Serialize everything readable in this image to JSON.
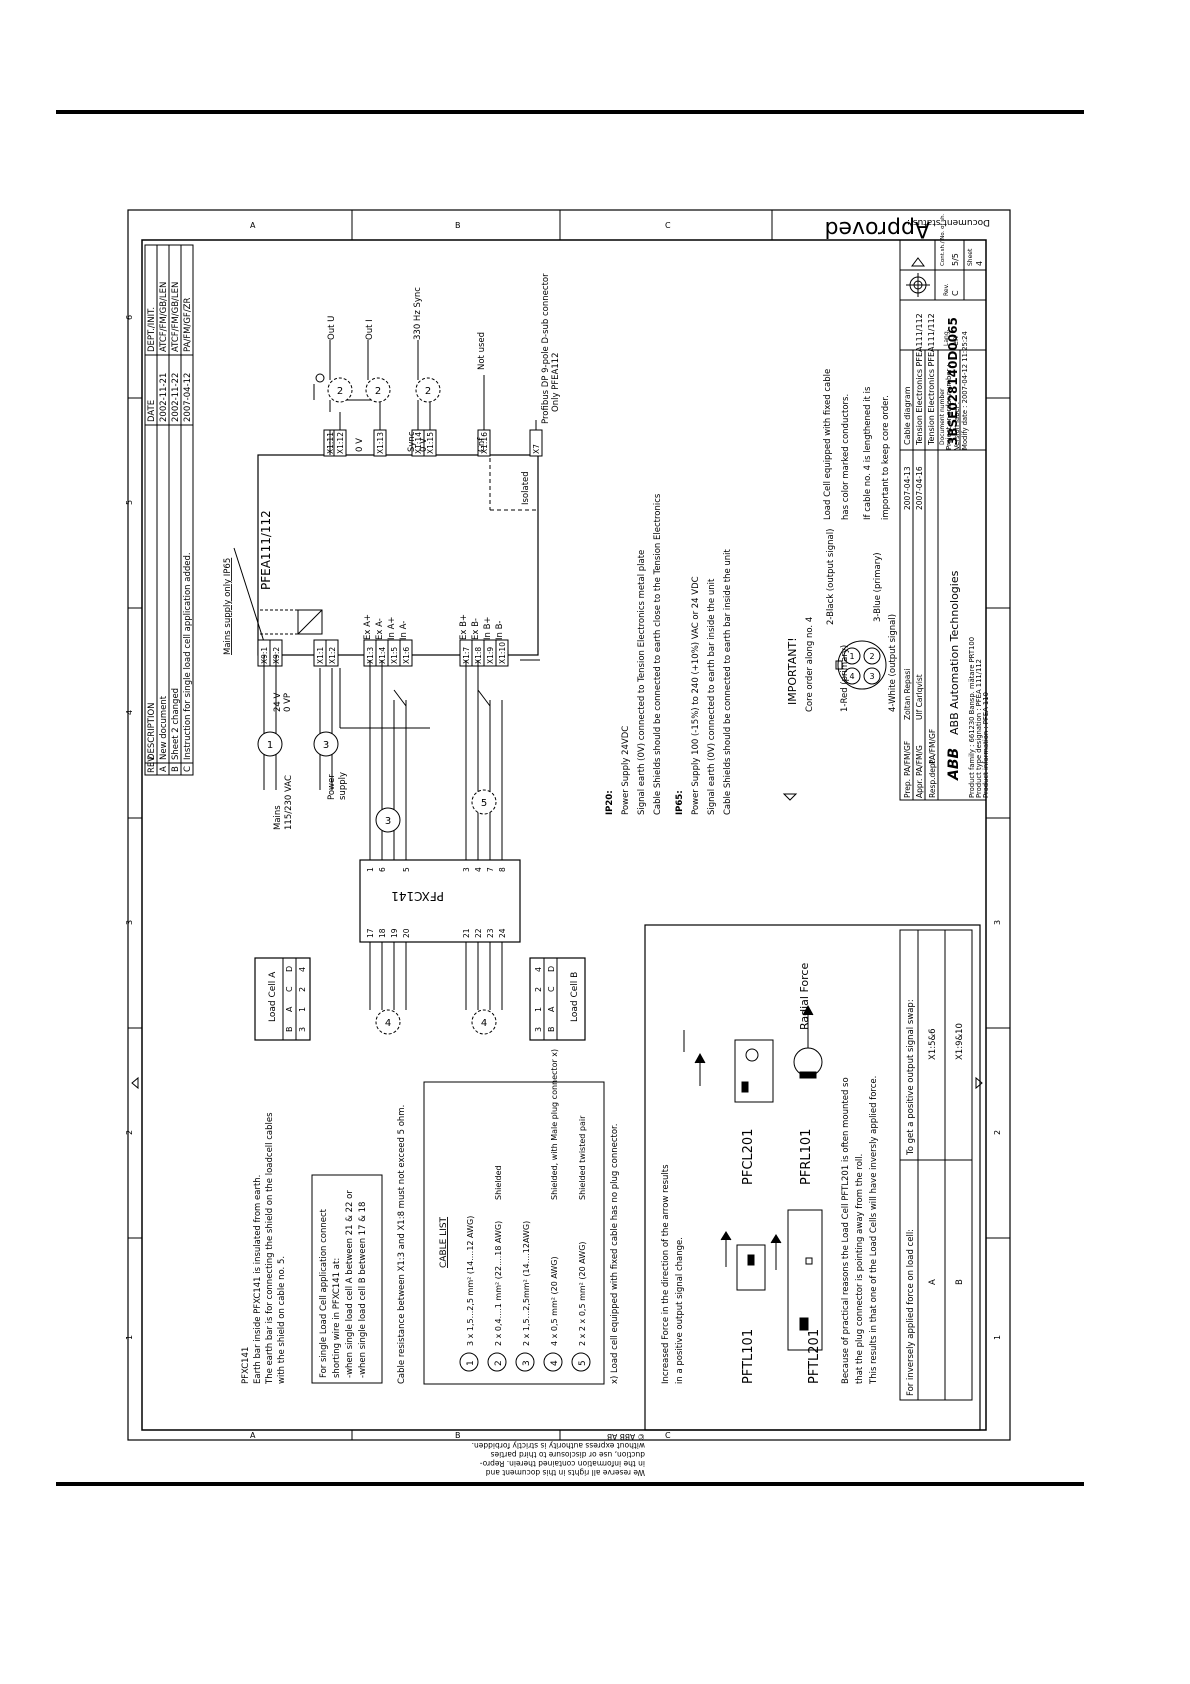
{
  "frame": {
    "zone_letters": [
      "A",
      "B",
      "C"
    ],
    "zone_numbers": [
      "1",
      "2",
      "3",
      "4",
      "5",
      "6"
    ],
    "document_status_label": "Document status :",
    "document_status": "Approved"
  },
  "revisions": {
    "headers": [
      "REV",
      "DESCRIPTION",
      "DATE",
      "DEPT./INIT."
    ],
    "rows": [
      {
        "rev": "A",
        "description": "New document",
        "date": "2002-11-21",
        "dept": "ATCF/FM/GB/LEN"
      },
      {
        "rev": "B",
        "description": "Sheet 2 changed",
        "date": "2002-11-22",
        "dept": "ATCF/FM/GB/LEN"
      },
      {
        "rev": "C",
        "description": "Instruction for single load cell application added.",
        "date": "2007-04-12",
        "dept": "PA/FM/GF/ZR"
      }
    ]
  },
  "pfea": {
    "title": "PFEA111/112",
    "mains_note": "Mains supply only IP65",
    "left_terminals": [
      "X9:1",
      "X9:2",
      "X1:1",
      "X1:2",
      "X1:3",
      "X1:4",
      "X1:5",
      "X1:6",
      "X1:7",
      "X1:8",
      "X1:9",
      "X1:10"
    ],
    "left_signals": [
      "Ex A+",
      "Ex A-",
      "In A+",
      "In A-",
      "Ex B+",
      "Ex B-",
      "In B+",
      "In B-"
    ],
    "supply_signals": [
      "24 V",
      "0 VP"
    ],
    "right_terminals": [
      "X1:11",
      "X1:12",
      "X1:13",
      "X1:14",
      "X1:15",
      "X1:16",
      "X7"
    ],
    "right_signals": [
      "0 V",
      "Sync",
      "0 V",
      "Cnf"
    ],
    "isolated_label": "Isolated",
    "outputs": [
      "Out U",
      "Out I",
      "330 Hz Sync"
    ],
    "not_used": "Not used",
    "profibus": "Profibus DP 9-pole D-sub connector",
    "profibus_note": "Only PFEA112",
    "mains_label": "Mains",
    "mains_voltage": "115/230 VAC",
    "power_label": "Power",
    "supply_label": "supply"
  },
  "junction": {
    "title": "PFXC141",
    "top_pins": [
      "17",
      "18",
      "19",
      "20",
      "21",
      "22",
      "23",
      "24"
    ],
    "bottom_pins": [
      "1",
      "6",
      "5",
      "3",
      "4",
      "7",
      "8"
    ]
  },
  "load_cells": {
    "a_title": "Load Cell A",
    "b_title": "Load Cell B",
    "pin_letters": [
      "B",
      "A",
      "C",
      "D"
    ],
    "pin_numbers": [
      "3",
      "1",
      "2",
      "4"
    ]
  },
  "cable_numbers": [
    "1",
    "2",
    "3",
    "4",
    "5"
  ],
  "notes": {
    "pfxc_title": "PFXC141",
    "pfxc_lines": [
      "Earth bar inside PFXC141 is insulated from earth.",
      "The earth bar is for connecting the shield on the loadcell cables",
      "with the shield on cable no. 5."
    ],
    "single_cell_lines": [
      "For single Load Cell application connect",
      "shorting wire in PFXC141 at:",
      "-when single load cell A between 21 & 22  or",
      "-when single load cell B between 17 & 18"
    ],
    "resistance": "Cable resistance between X1:3 and X1:8 must not exceed 5 ohm."
  },
  "cable_list": {
    "title": "CABLE LIST",
    "items": [
      {
        "num": "1",
        "spec": "3 x 1,5...2,5 mm² (14....12 AWG)",
        "note": ""
      },
      {
        "num": "2",
        "spec": "2 x 0,4....1 mm² (22....18 AWG)",
        "note": "Shielded"
      },
      {
        "num": "3",
        "spec": "2 x 1,5...2,5mm² (14....12AWG)",
        "note": ""
      },
      {
        "num": "4",
        "spec": "4 x 0,5 mm² (20 AWG)",
        "note": "Shielded, with Male plug connector  x)"
      },
      {
        "num": "5",
        "spec": "2 x 2 x 0,5 mm² (20 AWG)",
        "note": "Shielded twisted pair"
      }
    ],
    "footnote": "x) Load cell equipped with fixed cable has no plug connector."
  },
  "ip_notes": {
    "ip20_title": "IP20:",
    "ip20_lines": [
      "Power Supply 24VDC",
      "Signal earth (0V) connected to Tension Electronics metal plate",
      "Cable Shields should be connected to earth close to the Tension Electronics"
    ],
    "ip65_title": "IP65:",
    "ip65_lines": [
      "Power Supply 100 (-15%) to 240 (+10%) VAC or 24 VDC",
      "Signal earth (0V) connected to earth bar inside the unit",
      "Cable Shields should be connected to earth bar inside the unit"
    ]
  },
  "important": {
    "title": "IMPORTANT!",
    "subtitle": "Core order along no. 4",
    "cores": [
      "1-Red (primary)",
      "2-Black (output signal)",
      "3-Blue (primary)",
      "4-White (output signal)"
    ],
    "fixed_cable_lines": [
      "Load Cell equipped with fixed cable",
      "has color marked conductors.",
      "If cable no. 4 is lengthened it is",
      "important to keep core order."
    ]
  },
  "force_box": {
    "line1": "Increased Force in the direction of the arrow results",
    "line2": "in a positive output signal change.",
    "labels": [
      "PFTL101",
      "PFCL201",
      "PFTL201",
      "PFRL101",
      "Radial Force"
    ],
    "practical_lines": [
      "Because of practical reasons the Load Cell PFTL201 is often mounted so",
      "that the plug connector is pointing away from the roll.",
      "This results in that one of the Load Cells will have inversly applied force."
    ],
    "table_headers": [
      "For inversely applied force on load cell:",
      "To get a positive output signal swap:"
    ],
    "table_rows": [
      {
        "cell": "A",
        "swap": "X1:5&6"
      },
      {
        "cell": "B",
        "swap": "X1:9&10"
      }
    ]
  },
  "title_block": {
    "prep_label": "Prep.",
    "prep_dept": "PA/FM/GF",
    "prep_name": "Zoltan Repasi",
    "prep_date": "2007-04-13",
    "appr_label": "Appr.",
    "appr_dept": "PA/FM/G",
    "appr_name": "Ulf Carlqvist",
    "appr_date": "2007-04-16",
    "resp_label": "Resp.dept",
    "resp_dept": "PA/FM/GF",
    "company": "ABB Automation Technologies",
    "logo": "ABB",
    "product_lines": [
      "Product family : 661230 Bansp. mätare PRT100",
      "Product type designation : PFEA 111/112",
      "Product information : PFEA 110"
    ],
    "project_lines": [
      "Project or order number :",
      "Version label :",
      "Modify date :  2007-04-12 11:25:24"
    ],
    "doc_type": "Cable diagram",
    "title_line1": "Tension Electronics PFEA111/112",
    "title_line2": "Tension Electronics PFEA111/112",
    "doc_number_label": "Document number",
    "doc_number": "3BSE028140D0065",
    "lang_label": "Lang.",
    "lang": "en",
    "rev_label": "Rev.",
    "rev": "C",
    "sheet_label": "Sheet",
    "sheet": "4",
    "cont_label": "Cont.sh./ No. of sh.",
    "cont": "5/5"
  },
  "copyright": [
    "We reserve all rights in this document and",
    "in the information contained therein. Repro-",
    "duction, use or disclosure to third parties",
    "without express authority is strictly forbidden.",
    "© ABB AB"
  ]
}
